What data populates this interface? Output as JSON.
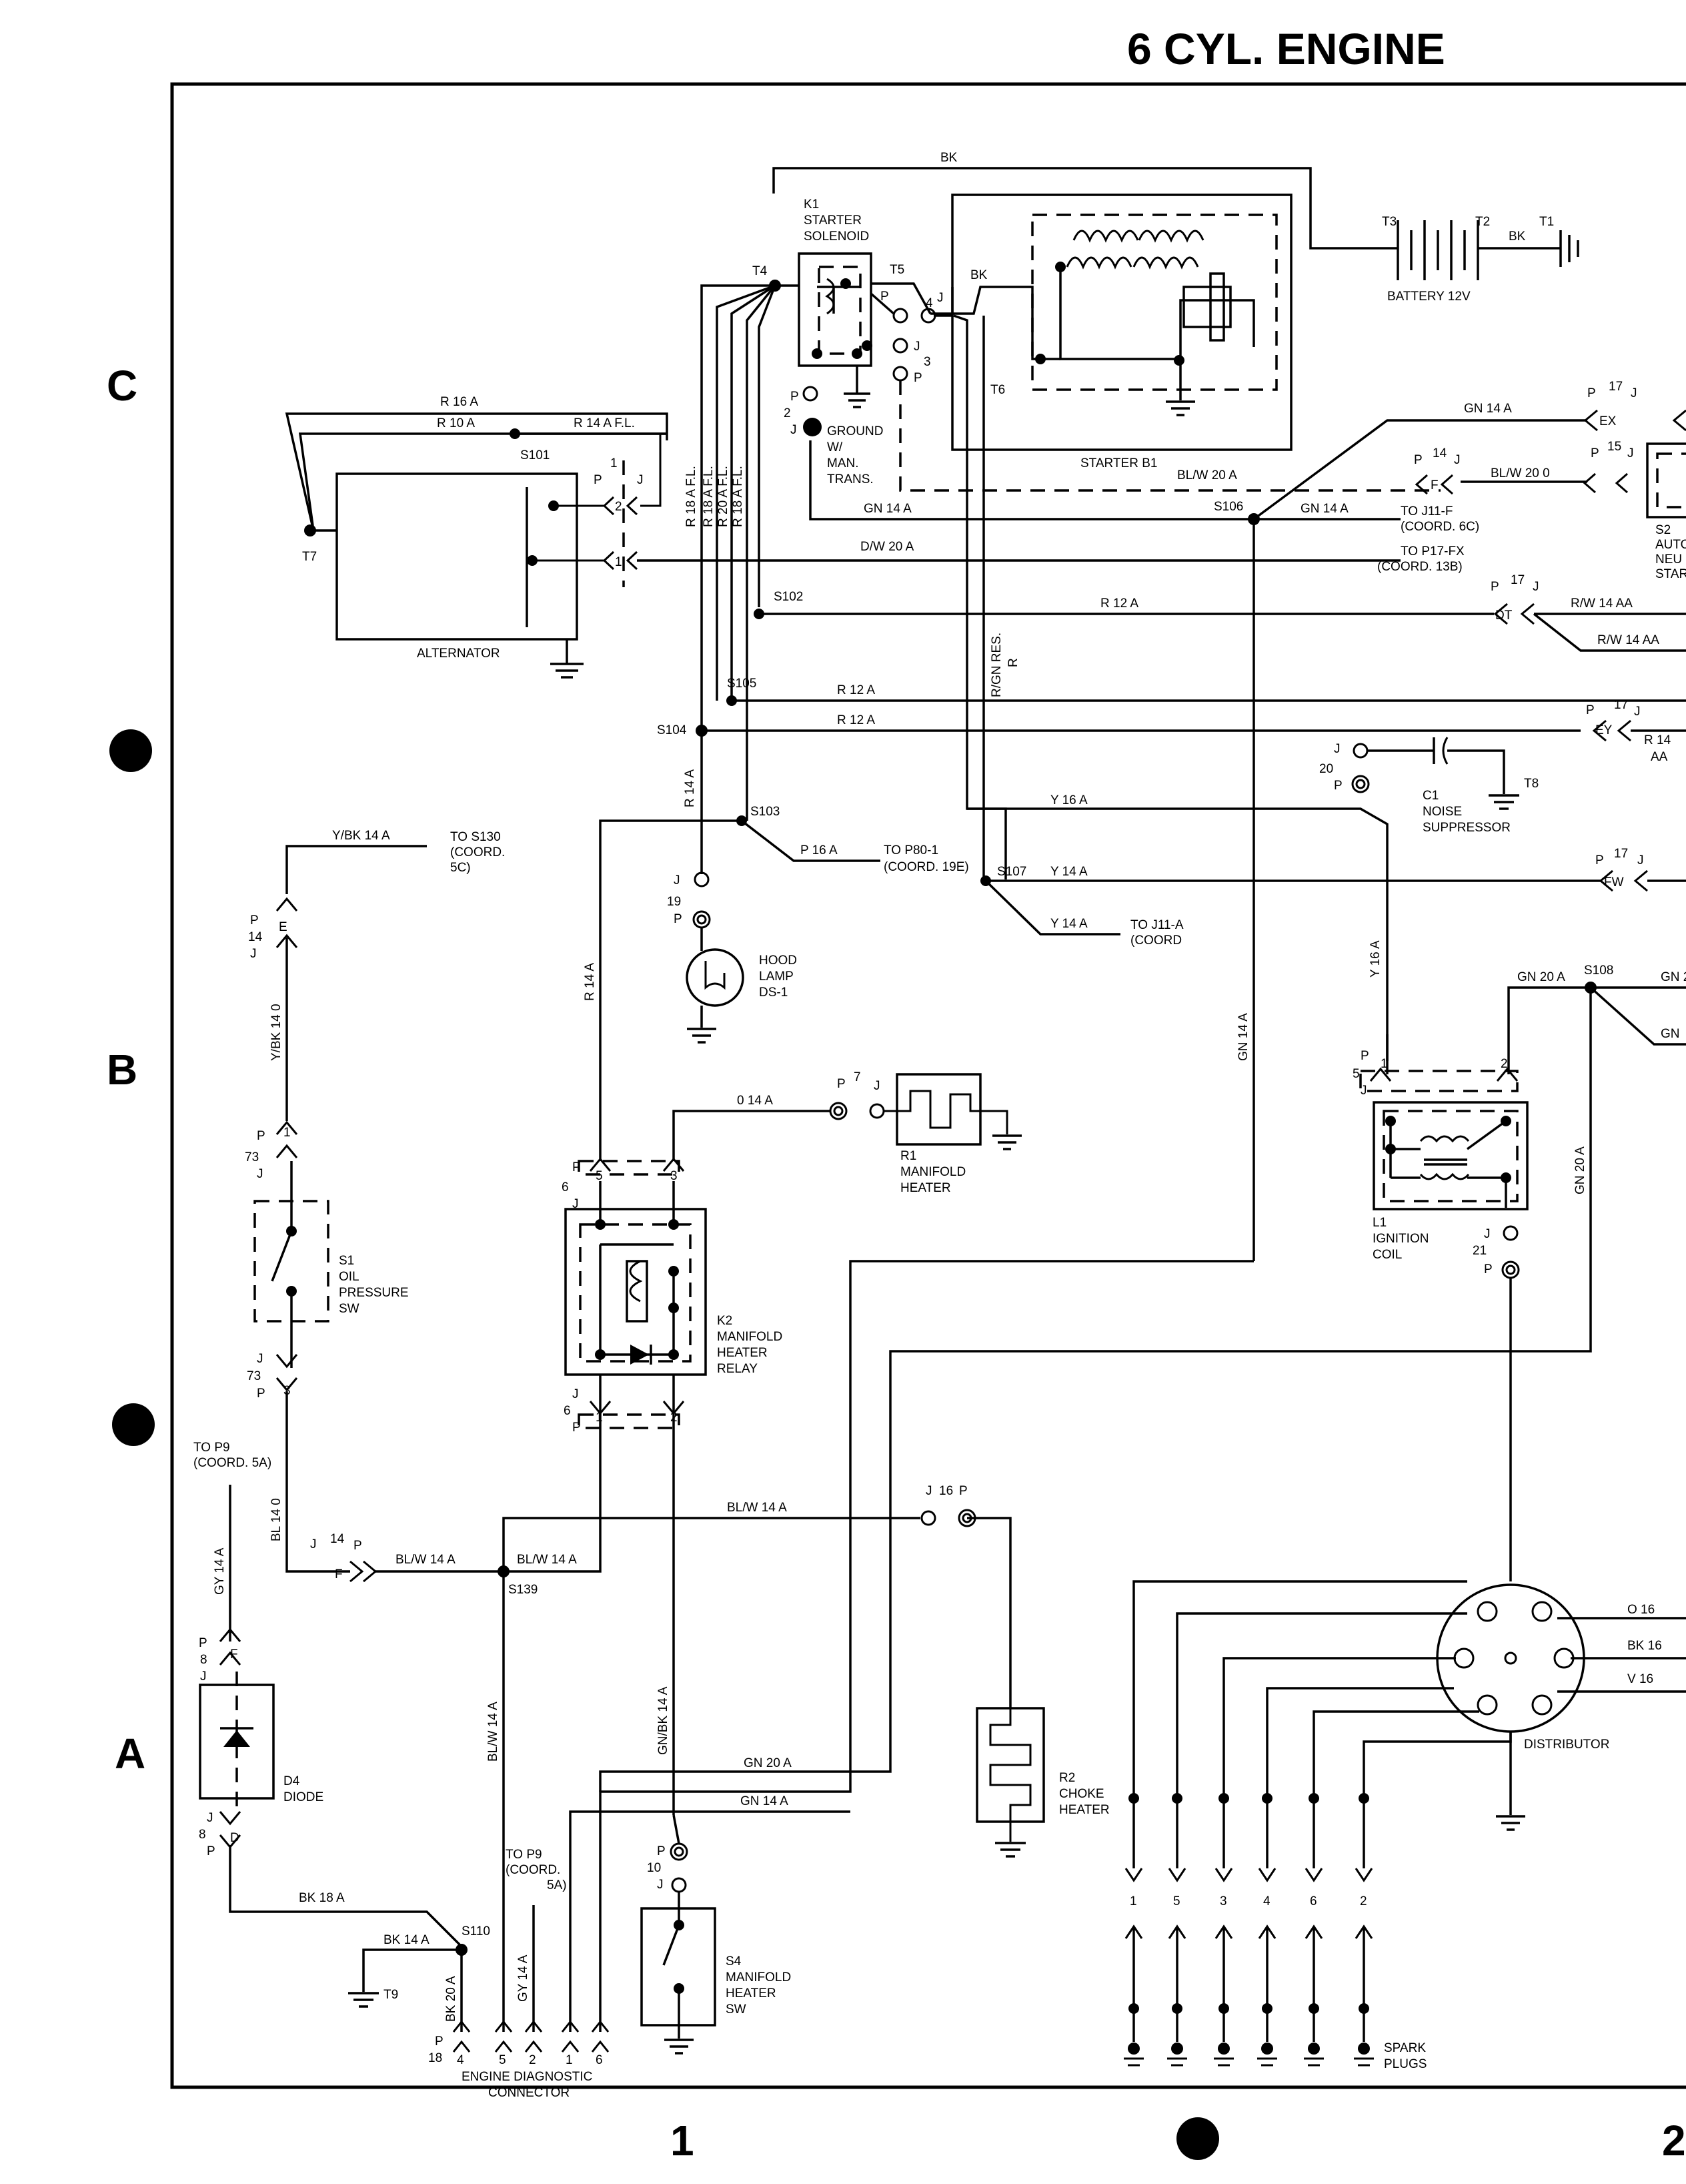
{
  "title": "6 CYL. ENGINE",
  "zones": {
    "c": "C",
    "b": "B",
    "a": "A"
  },
  "columns": {
    "c1": "1",
    "c2": "2"
  },
  "components": {
    "k1": "K1",
    "k1_a": "STARTER",
    "k1_b": "SOLENOID",
    "battery": "BATTERY 12V",
    "starter": "STARTER B1",
    "alternator": "ALTERNATOR",
    "ground_a": "GROUND",
    "ground_b": "W/",
    "ground_c": "MAN.",
    "ground_d": "TRANS.",
    "s2": "S2",
    "s2_a": "AUTO",
    "s2_b": "NEU",
    "s2_c": "STAR",
    "c1": "C1",
    "c1_a": "NOISE",
    "c1_b": "SUPPRESSOR",
    "hood_a": "HOOD",
    "hood_b": "LAMP",
    "hood_c": "DS-1",
    "r1": "R1",
    "r1_a": "MANIFOLD",
    "r1_b": "HEATER",
    "l1": "L1",
    "l1_a": "IGNITION",
    "l1_b": "COIL",
    "s1": "S1",
    "s1_a": "OIL",
    "s1_b": "PRESSURE",
    "s1_c": "SW",
    "k2": "K2",
    "k2_a": "MANIFOLD",
    "k2_b": "HEATER",
    "k2_c": "RELAY",
    "d4": "D4",
    "d4_a": "DIODE",
    "r2": "R2",
    "r2_a": "CHOKE",
    "r2_b": "HEATER",
    "distributor": "DISTRIBUTOR",
    "s4": "S4",
    "s4_a": "MANIFOLD",
    "s4_b": "HEATER",
    "s4_c": "SW",
    "diag_a": "ENGINE DIAGNOSTIC",
    "diag_b": "CONNECTOR",
    "plugs_a": "SPARK",
    "plugs_b": "PLUGS"
  },
  "terminals": {
    "t1": "T1",
    "t2": "T2",
    "t3": "T3",
    "t4": "T4",
    "t5": "T5",
    "t6": "T6",
    "t7": "T7",
    "t8": "T8",
    "t9": "T9"
  },
  "splices": {
    "s101": "S101",
    "s102": "S102",
    "s103": "S103",
    "s104": "S104",
    "s105": "S105",
    "s106": "S106",
    "s107": "S107",
    "s108": "S108",
    "s110": "S110",
    "s139": "S139"
  },
  "wires": {
    "bk": "BK",
    "r16a": "R 16 A",
    "r10a": "R 10 A",
    "r14afl": "R 14 A F.L.",
    "blw20a": "BL/W 20 A",
    "gn14a": "GN 14 A",
    "dw20a": "D/W 20 A",
    "r12a": "R 12 A",
    "blw200": "BL/W 20 0",
    "rw14aa": "R/W 14 AA",
    "r18afl": "R 18 A F.L.",
    "r20afl": "R 20 A F.L.",
    "rgnres": "R/GN RES.",
    "r": "R",
    "r14a": "R 14 A",
    "y16a": "Y 16 A",
    "y14a": "Y 14 A",
    "p16a": "P 16 A",
    "ybk14a": "Y/BK 14 A",
    "ybk140": "Y/BK 14 0",
    "o14a": "0 14 A",
    "gn20a": "GN 20 A",
    "gn2": "GN 2",
    "gn": "GN",
    "blw14a": "BL/W 14 A",
    "bl140": "BL 14 0",
    "gy14a": "GY 14 A",
    "gnbk14a": "GN/BK 14 A",
    "bk18a": "BK 18 A",
    "bk14a": "BK 14 A",
    "bk20a": "BK 20 A",
    "o16": "O 16",
    "bk16": "BK 16",
    "v16": "V 16",
    "r14": "R 14",
    "aa": "AA"
  },
  "refs": {
    "j11f_a": "TO J11-F",
    "j11f_b": "(COORD. 6C)",
    "p17fx_a": "TO P17-FX",
    "p17fx_b": "(COORD. 13B)",
    "s130_a": "TO S130",
    "s130_b": "(COORD.",
    "s130_c": "5C)",
    "p80_a": "TO P80-1",
    "p80_b": "(COORD. 19E)",
    "j11a_a": "TO J11-A",
    "j11a_b": "(COORD",
    "p9_a": "TO P9",
    "p9_b": "(COORD. 5A)",
    "p9b_a": "TO P9",
    "p9b_b": "(COORD.",
    "p9b_c": "5A)"
  },
  "connectors": {
    "p": "P",
    "j": "J",
    "ex": "EX",
    "f": "F",
    "dt": "DT",
    "ey": "EY",
    "fw": "FW",
    "e": "E",
    "d": "D",
    "n1": "1",
    "n2": "2",
    "n3": "3",
    "n4": "4",
    "n5": "5",
    "n6": "6",
    "n7": "7",
    "n8": "8",
    "n10": "10",
    "n14": "14",
    "n15": "15",
    "n16": "16",
    "n17": "17",
    "n18": "18",
    "n19": "19",
    "n20": "20",
    "n21": "21",
    "n73": "73"
  }
}
